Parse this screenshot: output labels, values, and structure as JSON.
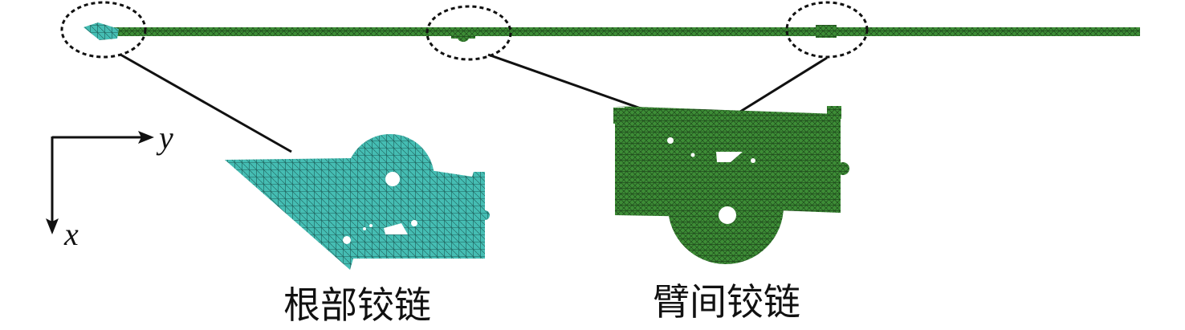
{
  "labels": {
    "root_hinge": "根部铰链",
    "arm_hinge": "臂间铰链",
    "axis_y": "y",
    "axis_x": "x"
  },
  "colors": {
    "root_hinge_mesh": "#45bdb3",
    "arm_hinge_mesh": "#3d8d36",
    "beam": "#3f9a3a",
    "mesh_lines": "#1c3f1a"
  }
}
